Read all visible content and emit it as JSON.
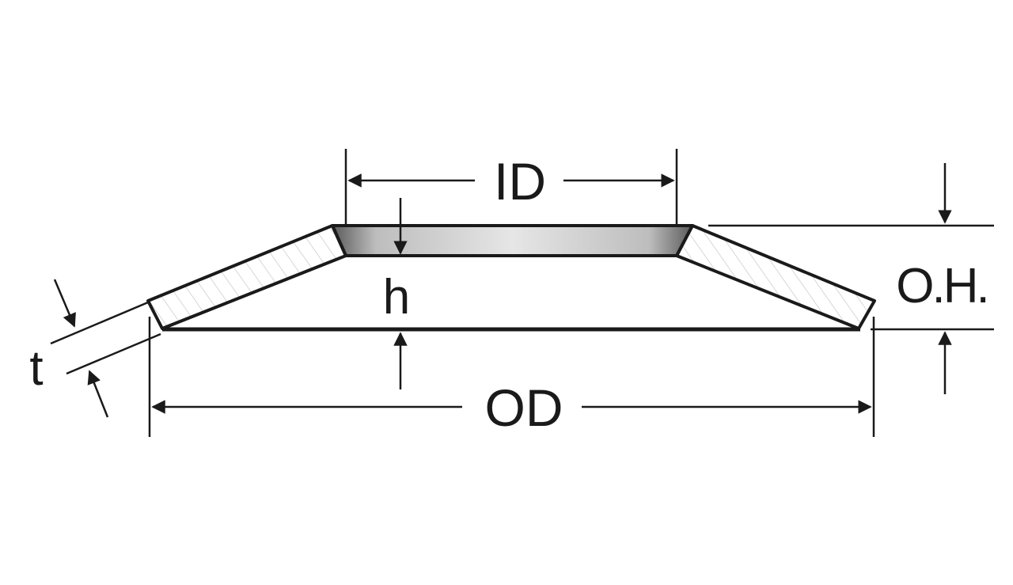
{
  "labels": {
    "inner_diameter": "ID",
    "outer_diameter": "OD",
    "overall_height": "O.H.",
    "cone_height": "h",
    "thickness": "t"
  },
  "colors": {
    "stroke": "#1a1a1a",
    "hatch": "#c8c8c8",
    "background": "#ffffff"
  }
}
